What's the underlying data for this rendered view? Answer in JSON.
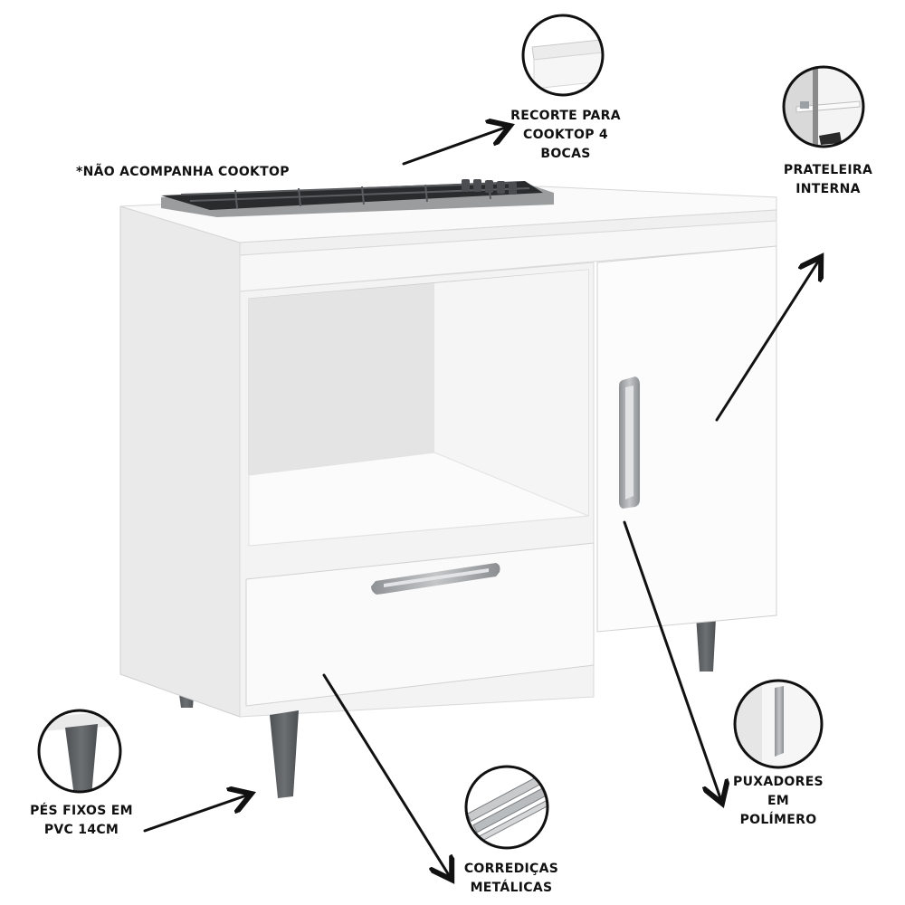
{
  "note": "*NÃO ACOMPANHA COOKTOP",
  "callouts": {
    "cooktop_cutout": [
      "RECORTE PARA",
      "COOKTOP 4",
      "BOCAS"
    ],
    "internal_shelf": [
      "PRATELEIRA",
      "INTERNA"
    ],
    "feet": [
      "PÉS FIXOS EM",
      "PVC 14CM"
    ],
    "slides": [
      "CORREDIÇAS",
      "METÁLICAS"
    ],
    "handles": [
      "PUXADORES",
      "EM",
      "POLÍMERO"
    ]
  },
  "colors": {
    "cabinet_white": "#f6f6f6",
    "leg_gray": "#5f6366",
    "handle_gray": "#a9acae",
    "cooktop_black": "#2a2b2d",
    "text": "#111111"
  }
}
